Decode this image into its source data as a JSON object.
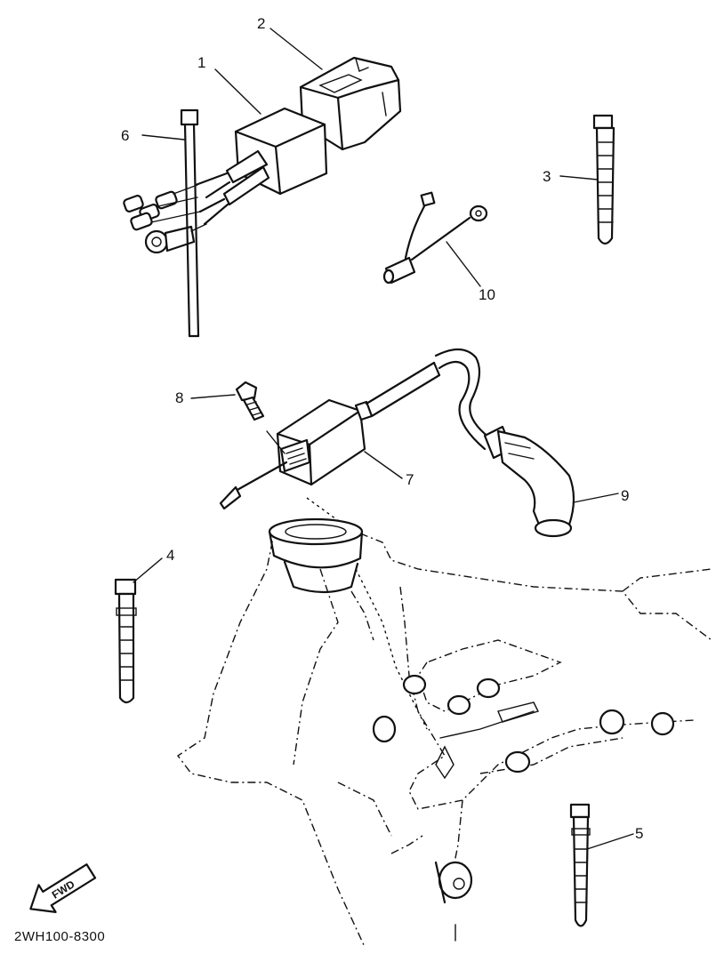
{
  "diagram": {
    "part_code": "2WH100-8300",
    "direction_label": "FWD",
    "callouts": [
      {
        "id": "c1",
        "label": "1"
      },
      {
        "id": "c2",
        "label": "2"
      },
      {
        "id": "c3",
        "label": "3"
      },
      {
        "id": "c4",
        "label": "4"
      },
      {
        "id": "c5",
        "label": "5"
      },
      {
        "id": "c6",
        "label": "6"
      },
      {
        "id": "c7",
        "label": "7"
      },
      {
        "id": "c8",
        "label": "8"
      },
      {
        "id": "c9",
        "label": "9"
      },
      {
        "id": "c10",
        "label": "10"
      }
    ]
  }
}
